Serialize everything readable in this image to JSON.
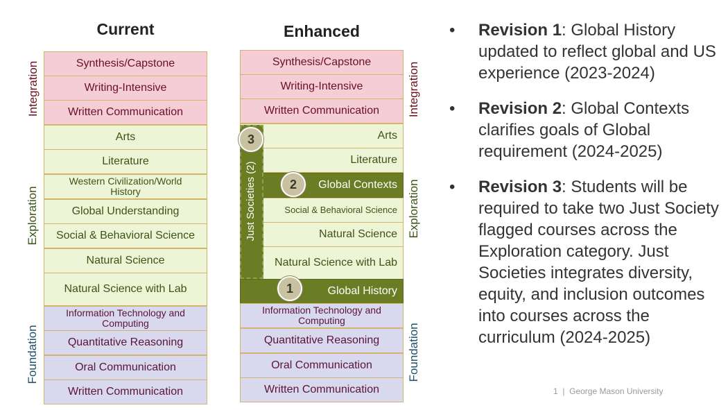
{
  "current": {
    "title": "Current",
    "integration": [
      "Synthesis/Capstone",
      "Writing-Intensive",
      "Written Communication"
    ],
    "exploration": [
      "Arts",
      "Literature",
      "Western Civilization/World History",
      "Global Understanding",
      "Social & Behavioral Science",
      "Natural Science",
      "Natural Science with Lab"
    ],
    "foundation": [
      "Information Technology and Computing",
      "Quantitative Reasoning",
      "Oral Communication",
      "Written Communication"
    ],
    "labels": {
      "integration": "Integration",
      "exploration": "Exploration",
      "foundation": "Foundation"
    }
  },
  "enhanced": {
    "title": "Enhanced",
    "integration": [
      "Synthesis/Capstone",
      "Writing-Intensive",
      "Written Communication"
    ],
    "exploration": [
      "Arts",
      "Literature",
      "Global Contexts",
      "Social & Behavioral Science",
      "Natural Science",
      "Natural Science with Lab",
      "Global History"
    ],
    "foundation": [
      "Information Technology and Computing",
      "Quantitative Reasoning",
      "Oral Communication",
      "Written Communication"
    ],
    "labels": {
      "integration": "Integration",
      "exploration": "Exploration",
      "foundation": "Foundation"
    },
    "just_societies": "Just Societies (2)",
    "markers": [
      "3",
      "2",
      "1"
    ]
  },
  "revisions": [
    {
      "bullet": "•",
      "label": "Revision 1",
      "text": ": Global History updated to reflect global and US experience (2023-2024)"
    },
    {
      "bullet": "•",
      "label": "Revision 2",
      "text": ": Global Contexts clarifies goals of Global requirement (2024-2025)"
    },
    {
      "bullet": "•",
      "label": "Revision 3",
      "text": ": Students will be required to take two Just Society flagged courses across the Exploration category. Just Societies integrates diversity, equity, and inclusion outcomes into courses across the curriculum (2024-2025)"
    }
  ],
  "footer": "1  |  George Mason University",
  "colors": {
    "integration": "#f5cdd6",
    "exploration": "#eef4d6",
    "foundation": "#d8d9ee",
    "highlight": "#6a7d24"
  }
}
